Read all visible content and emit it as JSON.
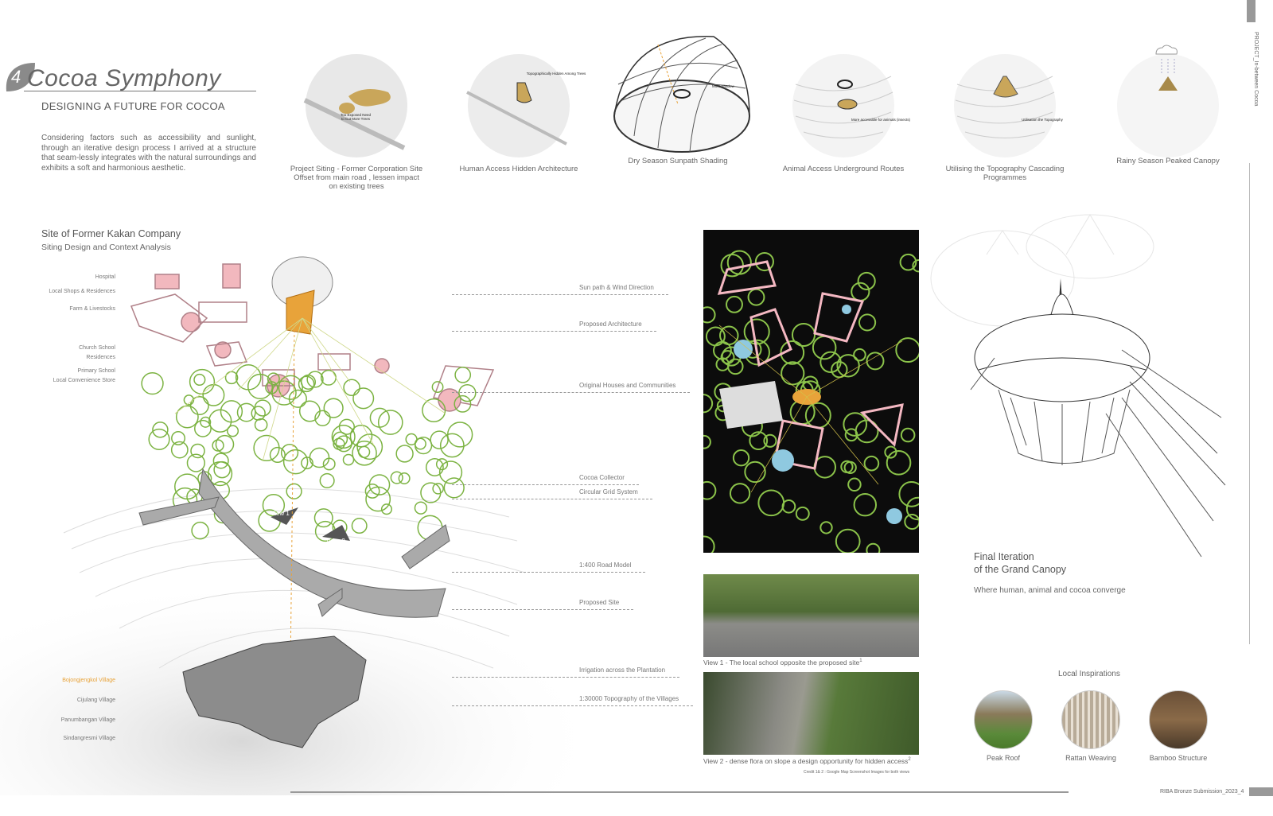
{
  "header": {
    "number": "4",
    "title": "Cocoa Symphony",
    "subtitle": "DESIGNING A FUTURE FOR COCOA",
    "intro": "Considering factors such as accessibility and sunlight, through an iterative design process I arrived at a structure that seam-lessly integrates with the natural surroundings and exhibits a soft and harmonious aesthetic."
  },
  "studies": [
    {
      "caption": "Project Siting - Former Corporation Site Offset from main road , lessen impact on existing trees",
      "note": "Too Exposed Need to Cut More Trees"
    },
    {
      "caption": "Human Access Hidden Architecture",
      "note": "Topographically Hidden Among Trees"
    },
    {
      "caption": "Dry Season Sunpath Shading",
      "note": "More Shadow"
    },
    {
      "caption": "Animal Access Underground Routes",
      "note": "More accessible for animals (insects)"
    },
    {
      "caption": "Utilising the Topography Cascading Programmes",
      "note": "Utilisation the Topography"
    },
    {
      "caption": "Rainy Season Peaked Canopy",
      "note": ""
    }
  ],
  "site": {
    "title": "Site of Former Kakan Company",
    "subtitle": "Siting Design and Context Analysis",
    "left_labels": [
      "Hospital",
      "Local Shops & Residences",
      "Farm & Livestocks",
      "Church School",
      "Residences",
      "Primary School",
      "Local Convenience Store"
    ],
    "village_labels": [
      "Bojongjengkol Village",
      "Cijulang Village",
      "Panumbangan Village",
      "Sindangresmi Village"
    ],
    "right_labels": [
      "Sun path & Wind Direction",
      "Proposed Architecture",
      "Original Houses and Communities",
      "Cocoa Collector",
      "Circular Grid System",
      "1:400 Road Model",
      "Proposed Site",
      "Irrigation across the Plantation",
      "1:30000 Topography of the Villages"
    ],
    "view_markers": [
      "View 1",
      "View 2"
    ]
  },
  "views": [
    {
      "caption": "View 1 - The local school opposite the proposed site",
      "sup": "1"
    },
    {
      "caption": "View 2 - dense flora on slope a design opportunity for hidden access",
      "sup": "2"
    }
  ],
  "credit": "Credit 1& 2 : Google Map Screenshot Images for both views",
  "final": {
    "title_line1": "Final Iteration",
    "title_line2": "of the Grand Canopy",
    "subtitle": "Where human, animal and cocoa converge"
  },
  "inspirations": {
    "title": "Local Inspirations",
    "items": [
      "Peak Roof",
      "Rattan Weaving",
      "Bamboo Structure"
    ]
  },
  "footer": {
    "text": "RIBA Bronze Submission_2023_4",
    "side": "PROJECT_In-between Cocoa"
  },
  "colors": {
    "accent_orange": "#e8a33a",
    "pink": "#f2b8be",
    "green": "#7cb342",
    "grey": "#999999",
    "ochre": "#c9a65a"
  }
}
